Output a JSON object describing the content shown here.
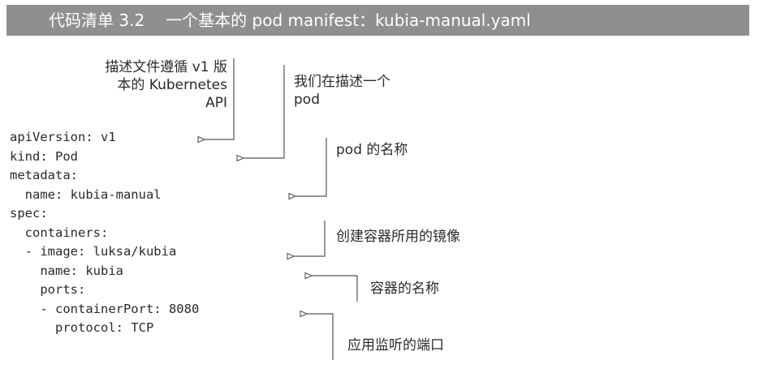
{
  "listing": {
    "number": "代码清单 3.2",
    "title": "一个基本的 pod manifest：kubia-manual.yaml"
  },
  "code_lines": [
    "apiVersion: v1",
    "kind: Pod",
    "metadata:",
    "  name: kubia-manual",
    "spec:",
    "  containers:",
    "  - image: luksa/kubia",
    "    name: kubia",
    "    ports:",
    "    - containerPort: 8080",
    "      protocol: TCP"
  ],
  "annotations": {
    "api_version": [
      "描述文件遵循 v1 版",
      "本的 Kubernetes",
      "API"
    ],
    "kind": [
      "我们在描述一个",
      "pod"
    ],
    "pod_name": "pod 的名称",
    "image": "创建容器所用的镜像",
    "container_name": "容器的名称",
    "port": "应用监听的端口"
  }
}
